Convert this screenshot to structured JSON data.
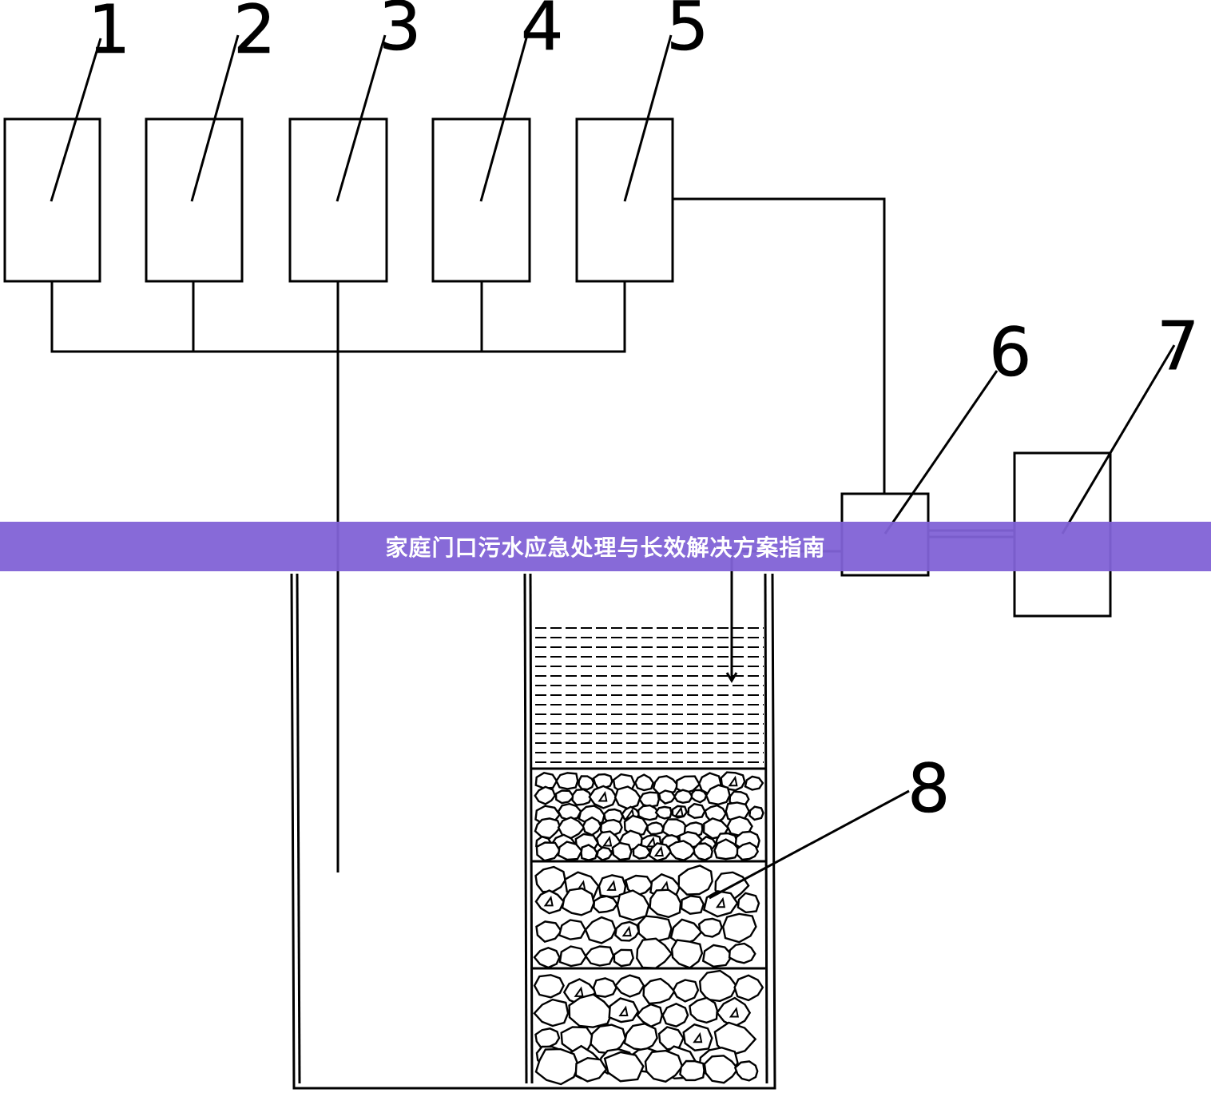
{
  "banner": {
    "text": "家庭门口污水应急处理与长效解决方案指南",
    "color": "#8162d6"
  },
  "labels": {
    "l1": "1",
    "l2": "2",
    "l3": "3",
    "l4": "4",
    "l5": "5",
    "l6": "6",
    "l7": "7",
    "l8": "8"
  }
}
